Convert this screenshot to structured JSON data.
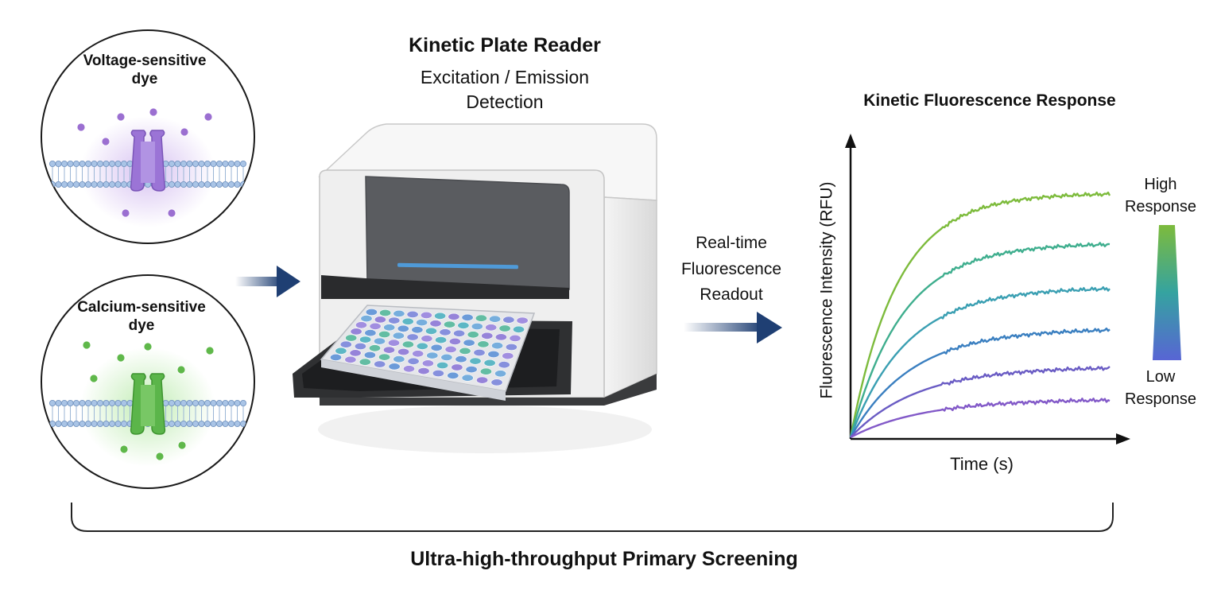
{
  "membrane_panels": {
    "voltage": {
      "label": "Voltage-sensitive\ndye",
      "color": "#9b6fd1"
    },
    "calcium": {
      "label": "Calcium-sensitive\ndye",
      "color": "#5fb84a"
    }
  },
  "plate_reader": {
    "title": "Kinetic Plate Reader",
    "subtitle": "Excitation / Emission\nDetection"
  },
  "readout_arrow": {
    "label": "Real-time\nFluorescence\nReadout"
  },
  "chart_data": {
    "type": "line",
    "title": "Kinetic Fluorescence Response",
    "xlabel": "Time (s)",
    "ylabel": "Fluorescence Intensity (RFU)",
    "series": [
      {
        "plateau": 0.83,
        "rate": 5.5,
        "color": "#7dbb3c"
      },
      {
        "plateau": 0.66,
        "rate": 5.0,
        "color": "#3fae8e"
      },
      {
        "plateau": 0.51,
        "rate": 4.6,
        "color": "#3a9fb2"
      },
      {
        "plateau": 0.37,
        "rate": 4.2,
        "color": "#3a7fc0"
      },
      {
        "plateau": 0.24,
        "rate": 3.9,
        "color": "#6a5cc4"
      },
      {
        "plateau": 0.13,
        "rate": 3.6,
        "color": "#8259c8"
      }
    ],
    "legend": {
      "high": "High\nResponse",
      "low": "Low\nResponse",
      "high_color": "#7dbb3c",
      "low_color": "#5865d4"
    },
    "grid": false
  },
  "footer": {
    "label": "Ultra-high-throughput Primary Screening"
  },
  "colors": {
    "arrow": "#1f3f73",
    "device_front": "#ececec",
    "device_panel": "#5a5c60",
    "tray": "#2f3032",
    "led": "#4f9ad8"
  }
}
